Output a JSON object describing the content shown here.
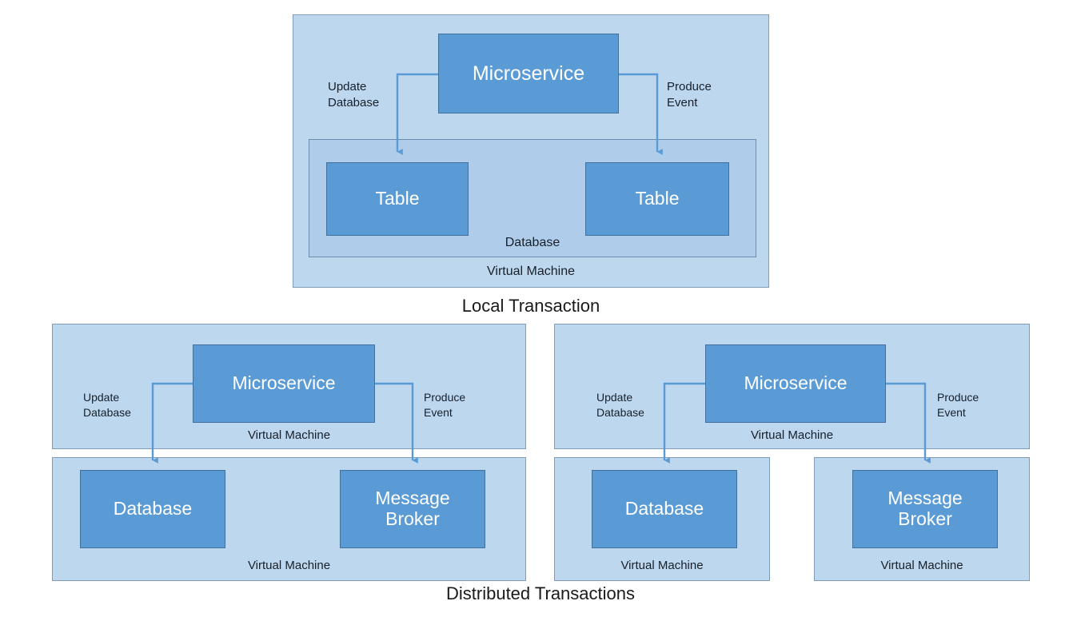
{
  "figure": {
    "title_local": "Local Transaction",
    "title_distributed": "Distributed Transactions"
  },
  "labels": {
    "microservice": "Microservice",
    "table": "Table",
    "database": "Database",
    "message_broker": "Message\nBroker",
    "message_broker_line1": "Message",
    "message_broker_line2": "Broker",
    "virtual_machine": "Virtual Machine",
    "update_database_line1": "Update",
    "update_database_line2": "Database",
    "produce_event_line1": "Produce",
    "produce_event_line2": "Event"
  },
  "colors": {
    "node_fill": "#5B9BD5",
    "node_border": "#41719C",
    "vm_fill": "#BDD7EE",
    "vm_border": "#7F9DB9",
    "db_container_fill": "#AFCDEA",
    "db_container_border": "#6A8CAE",
    "connector": "#5B9BD5",
    "text_on_node": "#FFFFFF",
    "text_plain": "#17202A",
    "background": "#FFFFFF"
  },
  "diagram_local": {
    "caption": "Local Transaction",
    "vm_label": "Virtual Machine",
    "service": "Microservice",
    "db_label": "Database",
    "tables": [
      "Table",
      "Table"
    ],
    "edges": [
      {
        "label_line1": "Update",
        "label_line2": "Database",
        "from": "Microservice",
        "to": "Table"
      },
      {
        "label_line1": "Produce",
        "label_line2": "Event",
        "from": "Microservice",
        "to": "Table"
      }
    ]
  },
  "diagram_distributed_left": {
    "caption": "Distributed Transactions",
    "vm_top_label": "Virtual Machine",
    "vm_bottom_label": "Virtual Machine",
    "service": "Microservice",
    "database": "Database",
    "broker_line1": "Message",
    "broker_line2": "Broker",
    "edges": [
      {
        "label_line1": "Update",
        "label_line2": "Database",
        "from": "Microservice",
        "to": "Database"
      },
      {
        "label_line1": "Produce",
        "label_line2": "Event",
        "from": "Microservice",
        "to": "Message Broker"
      }
    ]
  },
  "diagram_distributed_right": {
    "vm_top_label": "Virtual Machine",
    "vm_db_label": "Virtual Machine",
    "vm_broker_label": "Virtual Machine",
    "service": "Microservice",
    "database": "Database",
    "broker_line1": "Message",
    "broker_line2": "Broker",
    "edges": [
      {
        "label_line1": "Update",
        "label_line2": "Database",
        "from": "Microservice",
        "to": "Database"
      },
      {
        "label_line1": "Produce",
        "label_line2": "Event",
        "from": "Microservice",
        "to": "Message Broker"
      }
    ]
  }
}
